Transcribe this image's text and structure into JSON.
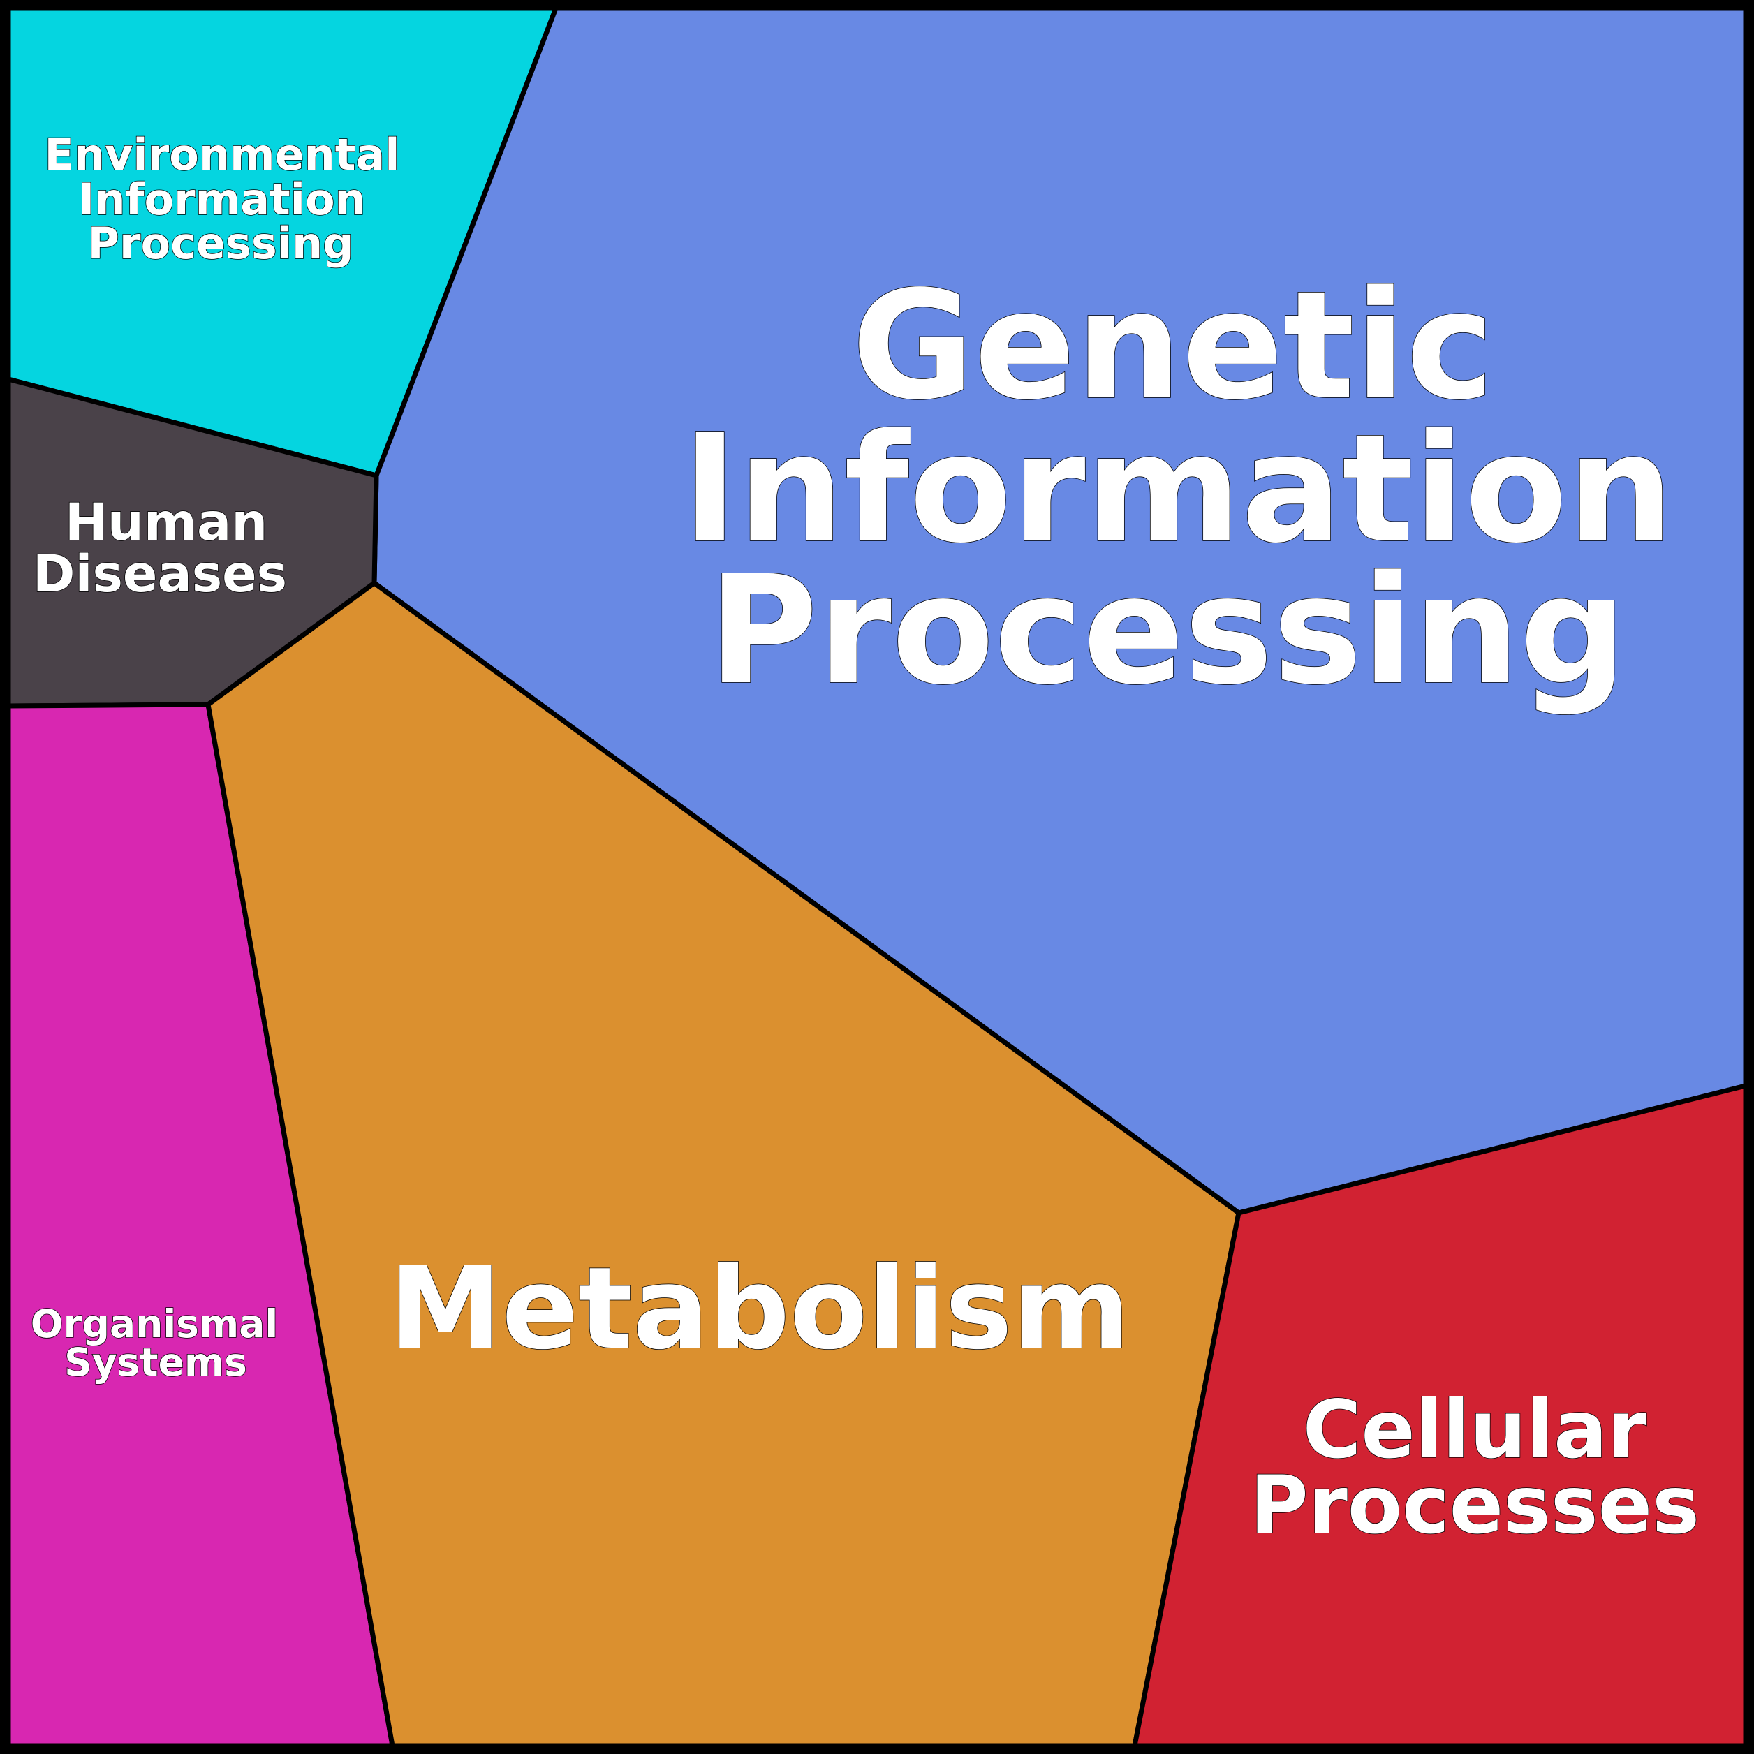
{
  "diagram": {
    "title": "KEGG functional categories Voronoi treemap",
    "regions": [
      {
        "id": "environmental",
        "label_lines": [
          "Environmental",
          "Information",
          "Processing"
        ],
        "color": "#05D5E0"
      },
      {
        "id": "genetic",
        "label_lines": [
          "Genetic",
          "Information",
          "Processing"
        ],
        "color": "#6889E4"
      },
      {
        "id": "human-diseases",
        "label_lines": [
          "Human",
          "Diseases"
        ],
        "color": "#4A4249"
      },
      {
        "id": "organismal",
        "label_lines": [
          "Organismal",
          "Systems"
        ],
        "color": "#D827B1"
      },
      {
        "id": "metabolism",
        "label_lines": [
          "Metabolism"
        ],
        "color": "#DB902F"
      },
      {
        "id": "cellular",
        "label_lines": [
          "Cellular",
          "Processes"
        ],
        "color": "#D12232"
      }
    ],
    "border_color": "#000000",
    "text_color": "#FFFFFF"
  }
}
